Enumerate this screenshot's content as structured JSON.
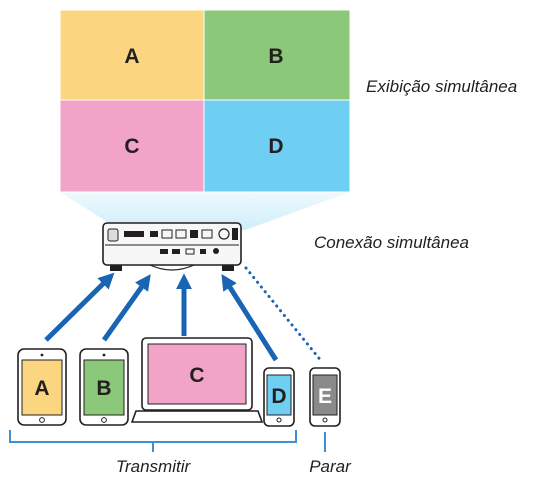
{
  "screen": {
    "quadrants": [
      {
        "letter": "A",
        "color": "#fcd581"
      },
      {
        "letter": "B",
        "color": "#8cc87a"
      },
      {
        "letter": "C",
        "color": "#f1a3c8"
      },
      {
        "letter": "D",
        "color": "#6fcff3"
      }
    ],
    "caption": "Exibição simultânea"
  },
  "projector": {
    "caption": "Conexão simultânea",
    "icon": "projector-icon"
  },
  "devices": [
    {
      "letter": "A",
      "kind": "tablet",
      "color": "#fcd581",
      "status": "transmitting"
    },
    {
      "letter": "B",
      "kind": "tablet",
      "color": "#8cc87a",
      "status": "transmitting"
    },
    {
      "letter": "C",
      "kind": "laptop",
      "color": "#f1a3c8",
      "status": "transmitting"
    },
    {
      "letter": "D",
      "kind": "phone",
      "color": "#6fcff3",
      "status": "transmitting"
    },
    {
      "letter": "E",
      "kind": "phone",
      "color": "#8a8a8a",
      "status": "stopped"
    }
  ],
  "labels": {
    "transmit": "Transmitir",
    "stop": "Parar"
  },
  "colors": {
    "arrow": "#1a64b4",
    "bracket": "#3f8fd2",
    "beam": "#c8ecf9"
  }
}
